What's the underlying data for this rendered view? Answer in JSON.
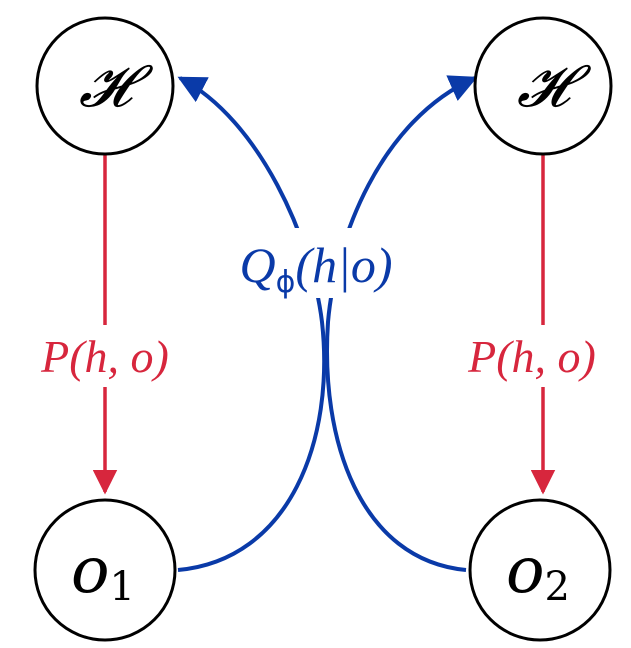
{
  "nodes": {
    "hidden_left": {
      "symbol": "𝓗"
    },
    "hidden_right": {
      "symbol": "𝓗"
    },
    "obs_left": {
      "base": "o",
      "sub": "1"
    },
    "obs_right": {
      "base": "o",
      "sub": "2"
    }
  },
  "edges": {
    "generative_left": {
      "label": "P(h, o)"
    },
    "generative_right": {
      "label": "P(h, o)"
    },
    "inference": {
      "label_main": "Q",
      "label_sub": "ϕ",
      "label_rest": "(h|o)"
    }
  },
  "colors": {
    "generative": "#d7263d",
    "inference": "#0a3aa8",
    "node_stroke": "#000000"
  }
}
